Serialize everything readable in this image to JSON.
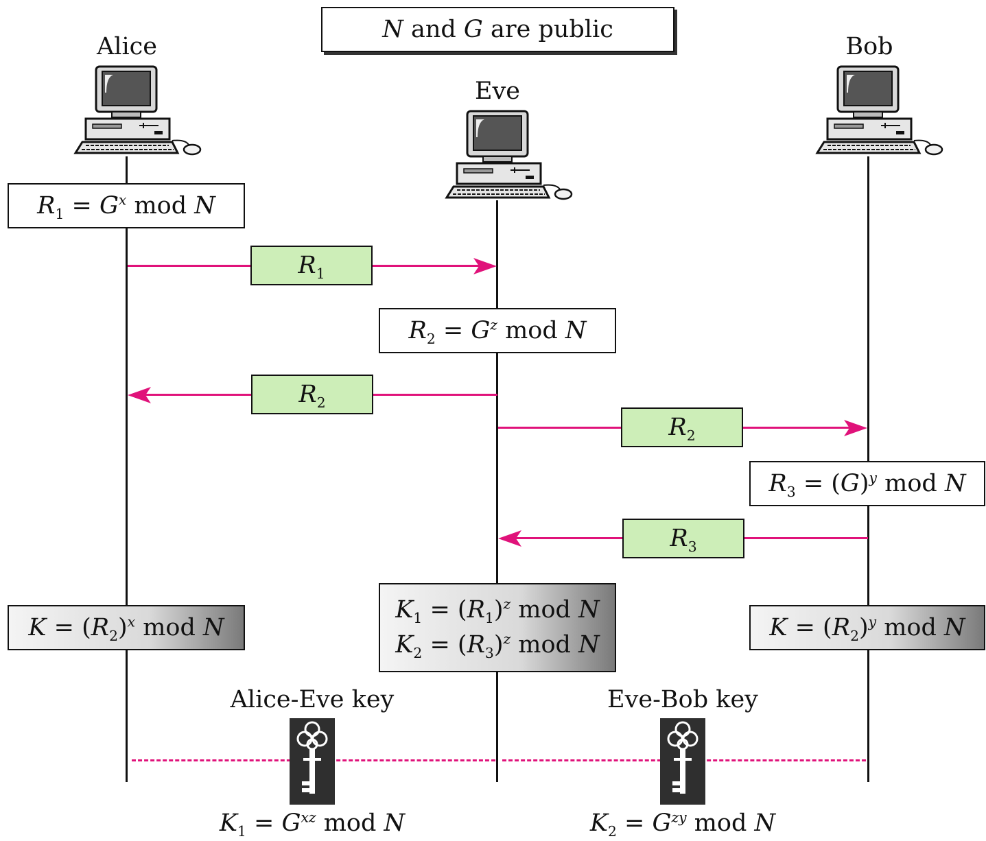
{
  "title": {
    "n": "N",
    "mid": "and",
    "g": "G",
    "tail": "are public"
  },
  "actors": {
    "alice": "Alice",
    "eve": "Eve",
    "bob": "Bob"
  },
  "formulas": {
    "r1": {
      "lhs": "R",
      "lhs_sub": "1",
      "eq": " = ",
      "base": "G",
      "exp": "x",
      "tail": " mod ",
      "n": "N"
    },
    "r2": {
      "lhs": "R",
      "lhs_sub": "2",
      "eq": " = ",
      "base": "G",
      "exp": "z",
      "tail": " mod ",
      "n": "N"
    },
    "r3": {
      "lhs": "R",
      "lhs_sub": "3",
      "eq": " = (",
      "base": "G",
      "close": ")",
      "exp": "y",
      "tail": " mod ",
      "n": "N"
    },
    "k_alice": {
      "lhs": "K",
      "eq": " = (",
      "r": "R",
      "r_sub": "2",
      "close": ")",
      "exp": "x",
      "tail": " mod ",
      "n": "N"
    },
    "k_bob": {
      "lhs": "K",
      "eq": " = (",
      "r": "R",
      "r_sub": "2",
      "close": ")",
      "exp": "y",
      "tail": " mod ",
      "n": "N"
    },
    "k1_eve": {
      "lhs": "K",
      "lhs_sub": "1",
      "eq": " = (",
      "r": "R",
      "r_sub": "1",
      "close": ")",
      "exp": "z",
      "tail": " mod ",
      "n": "N"
    },
    "k2_eve": {
      "lhs": "K",
      "lhs_sub": "2",
      "eq": " = (",
      "r": "R",
      "r_sub": "3",
      "close": ")",
      "exp": "z",
      "tail": " mod ",
      "n": "N"
    }
  },
  "messages": [
    {
      "label": "R",
      "sub": "1"
    },
    {
      "label": "R",
      "sub": "2"
    },
    {
      "label": "R",
      "sub": "2"
    },
    {
      "label": "R",
      "sub": "3"
    }
  ],
  "keys": {
    "alice_eve_label": "Alice-Eve key",
    "eve_bob_label": "Eve-Bob key",
    "k1": {
      "lhs": "K",
      "lhs_sub": "1",
      "eq": " = ",
      "base": "G",
      "exp": "xz",
      "tail": " mod ",
      "n": "N"
    },
    "k2": {
      "lhs": "K",
      "lhs_sub": "2",
      "eq": " = ",
      "base": "G",
      "exp": "zy",
      "tail": " mod ",
      "n": "N"
    }
  },
  "colors": {
    "arrow": "#e0127a",
    "message_fill": "#cdeeb8"
  },
  "icons": [
    "computer-icon",
    "key-icon"
  ]
}
